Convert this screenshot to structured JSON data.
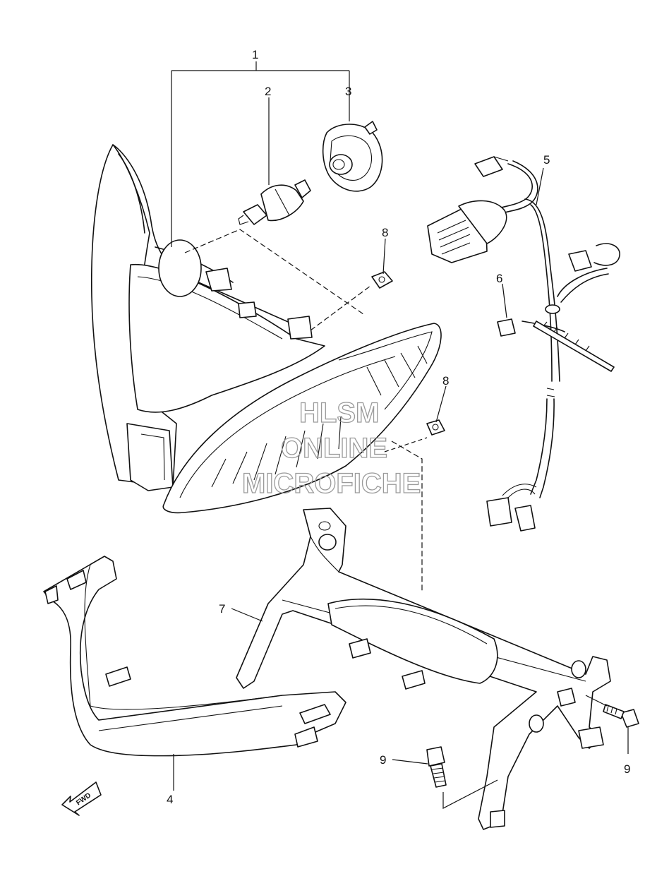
{
  "callouts": {
    "c1": "1",
    "c2": "2",
    "c3": "3",
    "c4": "4",
    "c5": "5",
    "c6": "6",
    "c7": "7",
    "c8a": "8",
    "c8b": "8",
    "c9a": "9",
    "c9b": "9"
  },
  "watermark": {
    "line1": "HLSM",
    "line2": "ONLINE",
    "line3": "MICROFICHE"
  },
  "fwd_arrow": {
    "label": "FWD"
  }
}
